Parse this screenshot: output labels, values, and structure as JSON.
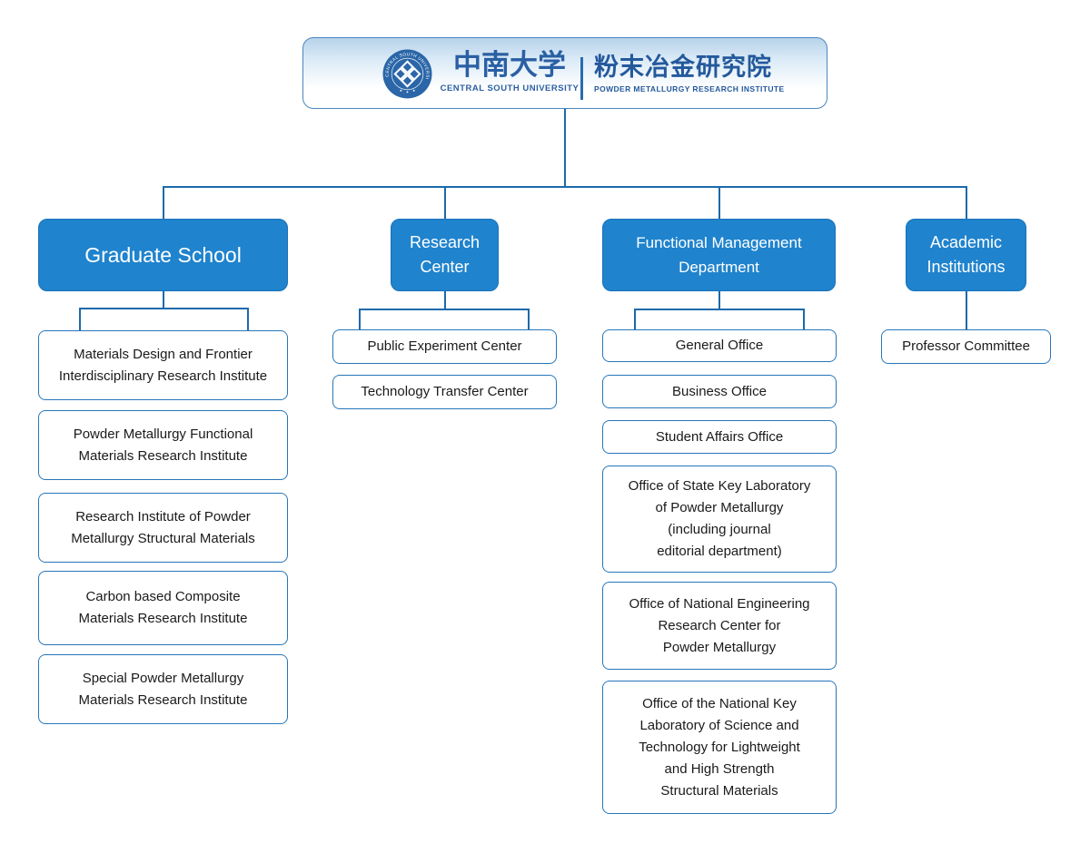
{
  "header": {
    "logo": "central-south-university-seal",
    "university_cn": "中南大学",
    "university_en": "CENTRAL SOUTH UNIVERSITY",
    "institute_cn": "粉末冶金研究院",
    "institute_en": "POWDER METALLURGY RESEARCH INSTITUTE"
  },
  "colors": {
    "branch_fill": "#1f83cd",
    "branch_text": "#ffffff",
    "connector_line": "#1c6aab",
    "leaf_border": "#2776b9",
    "leaf_text": "#1a1a1a",
    "header_text": "#2a5fa3",
    "header_gradient_top": "#b7d2ea",
    "header_gradient_bottom": "#ffffff"
  },
  "branches": [
    {
      "label": "Graduate School",
      "children": [
        "Materials Design and Frontier\nInterdisciplinary Research Institute",
        "Powder Metallurgy Functional\nMaterials Research Institute",
        "Research Institute of Powder\nMetallurgy Structural Materials",
        "Carbon based Composite\nMaterials Research Institute",
        "Special Powder Metallurgy\nMaterials Research Institute"
      ]
    },
    {
      "label": "Research\nCenter",
      "children": [
        "Public Experiment Center",
        "Technology Transfer Center"
      ]
    },
    {
      "label": "Functional Management\nDepartment",
      "children": [
        "General Office",
        "Business Office",
        "Student Affairs Office",
        "Office of State Key Laboratory\nof Powder Metallurgy\n(including journal\neditorial department)",
        "Office of National Engineering\nResearch Center for\nPowder Metallurgy",
        "Office of the National Key\nLaboratory of Science and\nTechnology for Lightweight\nand High Strength\nStructural Materials"
      ]
    },
    {
      "label": "Academic\nInstitutions",
      "children": [
        "Professor Committee"
      ]
    }
  ]
}
